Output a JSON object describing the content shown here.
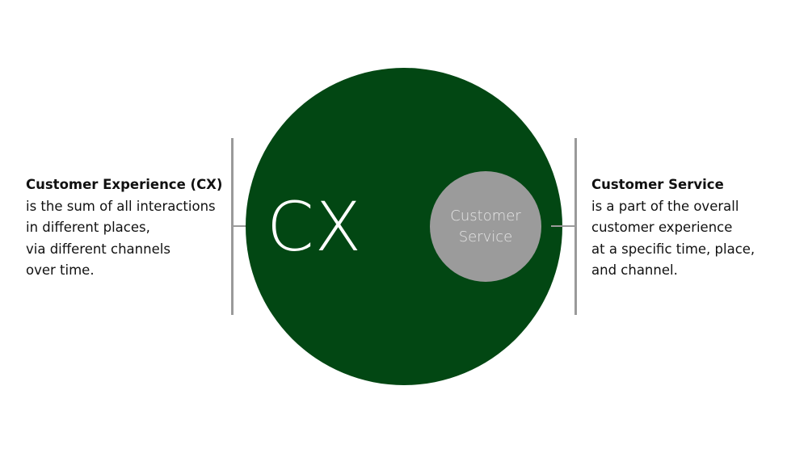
{
  "diagram": {
    "outer_circle": {
      "label": "CX",
      "color": "#024713"
    },
    "inner_circle": {
      "label_lines": [
        "Customer",
        "Service"
      ],
      "color": "#9b9b9b"
    },
    "left_text": {
      "title": "Customer Experience (CX)",
      "lines": [
        "is the sum of all interactions",
        "in different places,",
        "via different channels",
        "over time."
      ]
    },
    "right_text": {
      "title": "Customer Service",
      "lines": [
        "is a part of the overall",
        "customer experience",
        "at a specific time, place,",
        "and channel."
      ]
    }
  }
}
